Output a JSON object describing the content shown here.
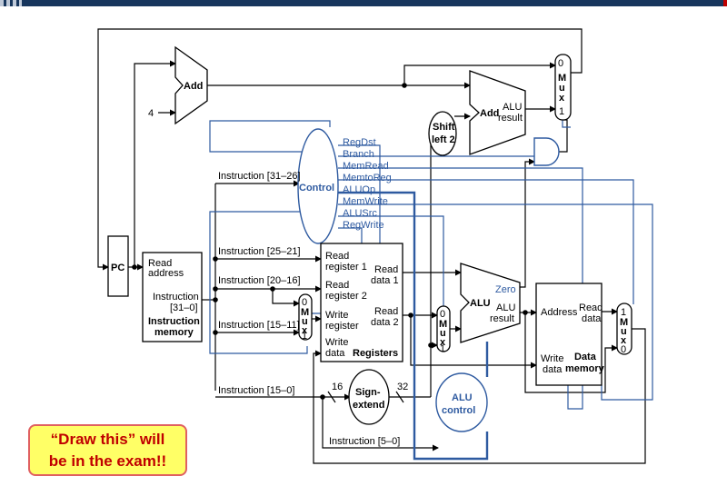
{
  "slide": {
    "note_line1": "“Draw this” will",
    "note_line2": "be in the exam!!"
  },
  "diagram": {
    "pc": "PC",
    "add": "Add",
    "const_four": "4",
    "alu_adder": "Add",
    "alu_adder_result_1": "ALU",
    "alu_adder_result_2": "result",
    "shift_1": "Shift",
    "shift_2": "left 2",
    "mux_letters": [
      "M",
      "u",
      "x"
    ],
    "mux_top": {
      "in0": "0",
      "in1": "1"
    },
    "mux_reg": {
      "in0": "0",
      "in1": "1"
    },
    "mux_alu": {
      "in0": "0",
      "in1": "1"
    },
    "mux_mem": {
      "in0": "1",
      "in1": "0"
    },
    "control": "Control",
    "control_signals": [
      "RegDst",
      "Branch",
      "MemRead",
      "MemtoReg",
      "ALUOp",
      "MemWrite",
      "ALUSrc",
      "RegWrite"
    ],
    "imem": {
      "read_address_1": "Read",
      "read_address_2": "address",
      "instruction_1": "Instruction",
      "instruction_2": "[31–0]",
      "title_1": "Instruction",
      "title_2": "memory"
    },
    "instr_fields": {
      "f31_26": "Instruction [31–26]",
      "f25_21": "Instruction [25–21]",
      "f20_16": "Instruction [20–16]",
      "f15_11": "Instruction [15–11]",
      "f15_0": "Instruction [15–0]",
      "f5_0": "Instruction [5–0]"
    },
    "registers": {
      "rr1_1": "Read",
      "rr1_2": "register 1",
      "rr2_1": "Read",
      "rr2_2": "register 2",
      "wr_1": "Write",
      "wr_2": "register",
      "wd_1": "Write",
      "wd_2": "data",
      "rd1_1": "Read",
      "rd1_2": "data 1",
      "rd2_1": "Read",
      "rd2_2": "data 2",
      "title": "Registers"
    },
    "sign_extend": {
      "line1": "Sign-",
      "line2": "extend",
      "in_bits": "16",
      "out_bits": "32"
    },
    "alu": {
      "name": "ALU",
      "zero": "Zero",
      "result_1": "ALU",
      "result_2": "result"
    },
    "alu_control": {
      "line1": "ALU",
      "line2": "control"
    },
    "dmem": {
      "address": "Address",
      "read_1": "Read",
      "read_2": "data",
      "write_1": "Write",
      "write_2": "data",
      "title_1": "Data",
      "title_2": "memory"
    }
  }
}
